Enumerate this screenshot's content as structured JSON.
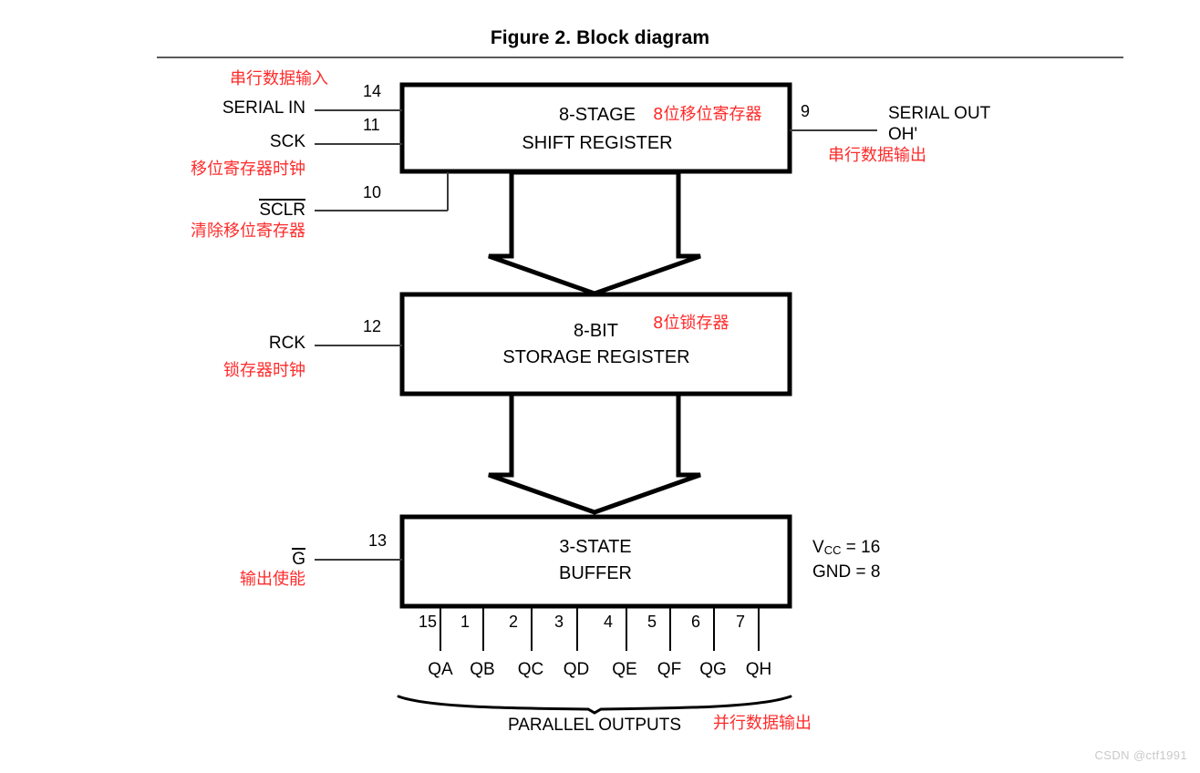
{
  "figure": {
    "title": "Figure 2. Block diagram",
    "watermark": "CSDN @ctf1991"
  },
  "blocks": [
    {
      "id": "shift-register",
      "line1": "8-STAGE",
      "line2": "SHIFT REGISTER",
      "annotation_cn": "8位移位寄存器"
    },
    {
      "id": "storage-register",
      "line1": "8-BIT",
      "line2": "STORAGE REGISTER",
      "annotation_cn": "8位锁存器"
    },
    {
      "id": "tristate-buffer",
      "line1": "3-STATE",
      "line2": "BUFFER",
      "annotation_cn": ""
    }
  ],
  "inputs": [
    {
      "id": "serial-in",
      "label": "SERIAL IN",
      "pin": "14",
      "annotation_cn": "串行数据输入",
      "overbar": false
    },
    {
      "id": "sck",
      "label": "SCK",
      "pin": "11",
      "annotation_cn": "移位寄存器时钟",
      "overbar": false
    },
    {
      "id": "sclr",
      "label": "SCLR",
      "pin": "10",
      "annotation_cn": "清除移位寄存器",
      "overbar": true
    },
    {
      "id": "rck",
      "label": "RCK",
      "pin": "12",
      "annotation_cn": "锁存器时钟",
      "overbar": false
    },
    {
      "id": "output-enable",
      "label": "G",
      "pin": "13",
      "annotation_cn": "输出使能",
      "overbar": true
    }
  ],
  "outputs": [
    {
      "id": "serial-out",
      "label_line1": "SERIAL OUT",
      "label_line2": "OH'",
      "pin": "9",
      "annotation_cn": "串行数据输出"
    }
  ],
  "parallel_outputs": {
    "pins": [
      "15",
      "1",
      "2",
      "3",
      "4",
      "5",
      "6",
      "7"
    ],
    "names": [
      "QA",
      "QB",
      "QC",
      "QD",
      "QE",
      "QF",
      "QG",
      "QH"
    ],
    "caption": "PARALLEL OUTPUTS",
    "caption_cn": "并行数据输出"
  },
  "power": {
    "vcc_label": "V",
    "vcc_sub": "CC",
    "vcc_value": "= 16",
    "gnd_text": "GND = 8"
  },
  "colors": {
    "annotation": "#ff2b2b",
    "line": "#000000",
    "rule": "#5a5a5a",
    "watermark": "#c9c9c9"
  }
}
